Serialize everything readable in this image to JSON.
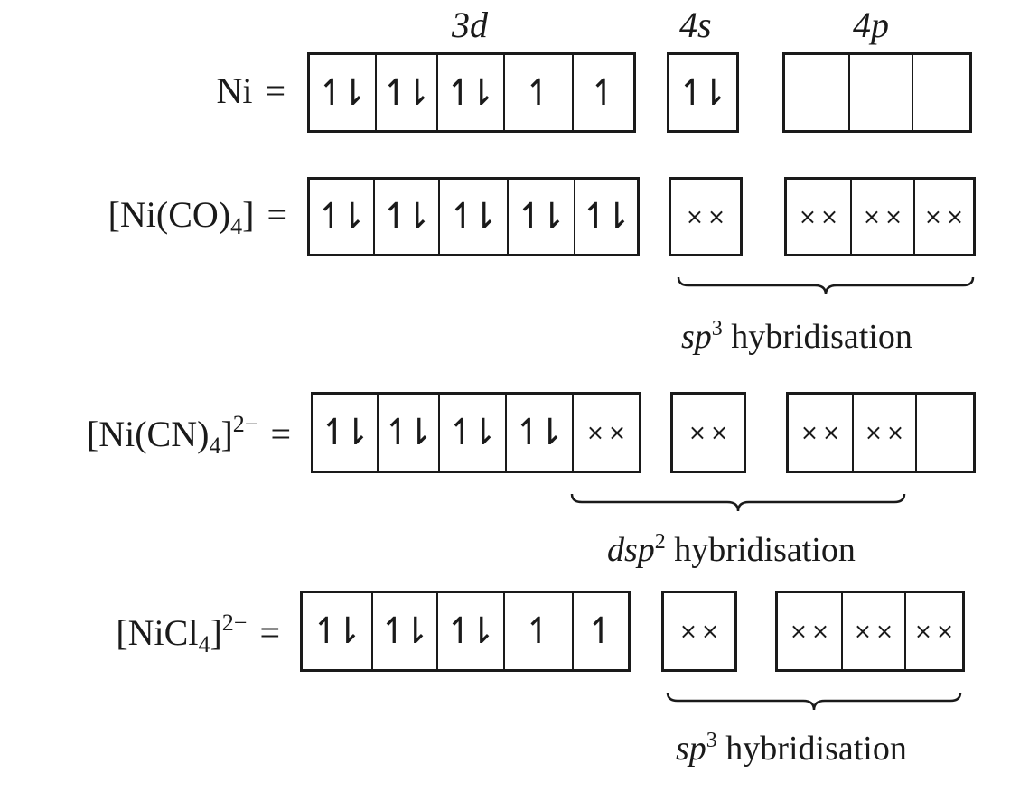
{
  "headers": {
    "d": "3d",
    "s": "4s",
    "p": "4p"
  },
  "symbols": {
    "paired": "⥮",
    "single": "⥣",
    "ligand": "××"
  },
  "rows": [
    {
      "label": {
        "main": "Ni",
        "sub": "",
        "close": "",
        "sup": "",
        "eq": "="
      },
      "d": [
        "paired",
        "paired",
        "paired",
        "single",
        "single"
      ],
      "s": [
        "paired"
      ],
      "p": [
        "empty",
        "empty",
        "empty"
      ],
      "hybrid": null
    },
    {
      "label": {
        "main": "[Ni(CO)",
        "sub": "4",
        "close": "]",
        "sup": "",
        "eq": "="
      },
      "d": [
        "paired",
        "paired",
        "paired",
        "paired",
        "paired"
      ],
      "s": [
        "ligand"
      ],
      "p": [
        "ligand",
        "ligand",
        "ligand"
      ],
      "hybrid": {
        "prefix": "sp",
        "sup": "3",
        "text": " hybridisation"
      }
    },
    {
      "label": {
        "main": "[Ni(CN)",
        "sub": "4",
        "close": "]",
        "sup": "2−",
        "eq": "="
      },
      "d": [
        "paired",
        "paired",
        "paired",
        "paired",
        "ligand"
      ],
      "s": [
        "ligand"
      ],
      "p": [
        "ligand",
        "ligand",
        "empty"
      ],
      "hybrid": {
        "prefix": "dsp",
        "sup": "2",
        "text": " hybridisation"
      }
    },
    {
      "label": {
        "main": "[NiCl",
        "sub": "4",
        "close": "]",
        "sup": "2−",
        "eq": "="
      },
      "d": [
        "paired",
        "paired",
        "paired",
        "single",
        "single"
      ],
      "s": [
        "ligand"
      ],
      "p": [
        "ligand",
        "ligand",
        "ligand"
      ],
      "hybrid": {
        "prefix": "sp",
        "sup": "3",
        "text": " hybridisation"
      }
    }
  ]
}
